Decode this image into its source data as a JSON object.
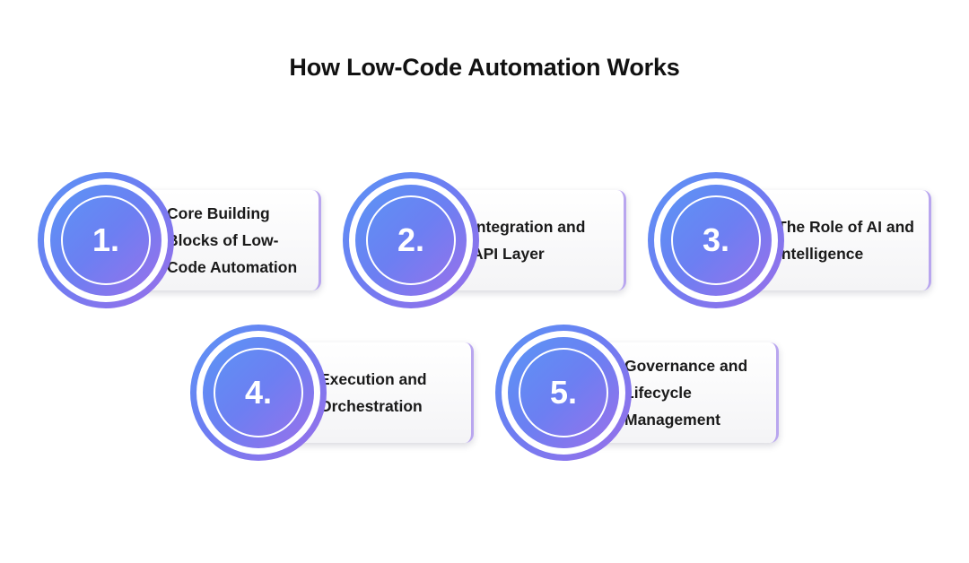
{
  "title": "How Low-Code Automation Works",
  "steps": [
    {
      "number": "1.",
      "label": "Core Building\nBlocks of Low-\nCode Automation"
    },
    {
      "number": "2.",
      "label": "Integration and\nAPI Layer"
    },
    {
      "number": "3.",
      "label": "The Role of AI and\nIntelligence"
    },
    {
      "number": "4.",
      "label": "Execution and\nOrchestration"
    },
    {
      "number": "5.",
      "label": "Governance and\nLifecycle\nManagement"
    }
  ]
}
